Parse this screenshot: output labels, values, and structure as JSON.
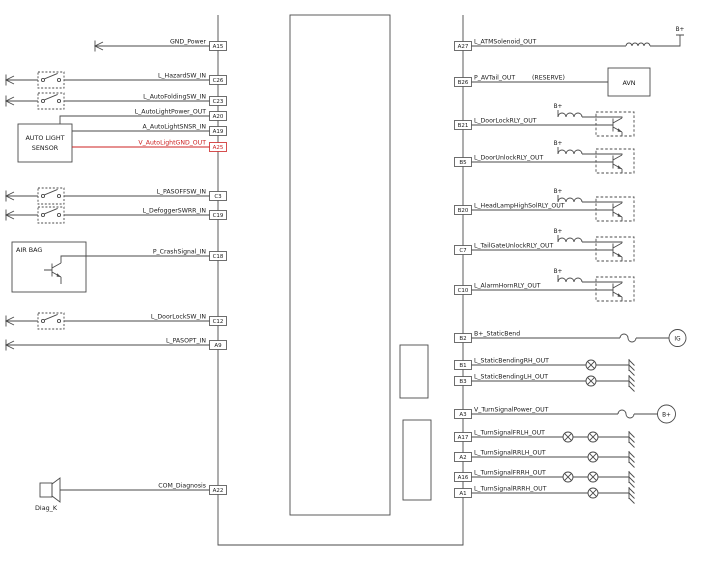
{
  "diagram": {
    "left_pins": [
      {
        "label": "GND_Power",
        "pin": "A15"
      },
      {
        "label": "L_HazardSW_IN",
        "pin": "C26"
      },
      {
        "label": "L_AutoFoldingSW_IN",
        "pin": "C23"
      },
      {
        "label": "L_AutoLightPower_OUT",
        "pin": "A20"
      },
      {
        "label": "A_AutoLightSNSR_IN",
        "pin": "A19"
      },
      {
        "label": "V_AutoLightGND_OUT",
        "pin": "A25"
      },
      {
        "label": "L_PASOFFSW_IN",
        "pin": "C3"
      },
      {
        "label": "L_DefoggerSWRR_IN",
        "pin": "C19"
      },
      {
        "label": "P_CrashSignal_IN",
        "pin": "C18"
      },
      {
        "label": "L_DoorLockSW_IN",
        "pin": "C12"
      },
      {
        "label": "L_PASOPT_IN",
        "pin": "A9"
      },
      {
        "label": "COM_Diagnosis",
        "pin": "A22"
      }
    ],
    "right_pins": [
      {
        "pin": "A27",
        "label": "L_ATMSolenoid_OUT"
      },
      {
        "pin": "B26",
        "label": "P_AVTail_OUT",
        "note": "(RESERVE)"
      },
      {
        "pin": "B21",
        "label": "L_DoorLockRLY_OUT"
      },
      {
        "pin": "B5",
        "label": "L_DoorUnlockRLY_OUT"
      },
      {
        "pin": "B20",
        "label": "L_HeadLampHighSolRLY_OUT"
      },
      {
        "pin": "C7",
        "label": "L_TailGateUnlockRLY_OUT"
      },
      {
        "pin": "C10",
        "label": "L_AlarmHornRLY_OUT"
      },
      {
        "pin": "B2",
        "label": "B+_StaticBend"
      },
      {
        "pin": "B1",
        "label": "L_StaticBendingRH_OUT"
      },
      {
        "pin": "B3",
        "label": "L_StaticBendingLH_OUT"
      },
      {
        "pin": "A3",
        "label": "V_TurnSignalPower_OUT"
      },
      {
        "pin": "A17",
        "label": "L_TurnSignalFRLH_OUT"
      },
      {
        "pin": "A2",
        "label": "L_TurnSignalRRLH_OUT"
      },
      {
        "pin": "A16",
        "label": "L_TurnSignalFRRH_OUT"
      },
      {
        "pin": "A1",
        "label": "L_TurnSignalRRRH_OUT"
      }
    ],
    "components": {
      "auto_light_sensor_line1": "AUTO LIGHT",
      "auto_light_sensor_line2": "SENSOR",
      "air_bag": "AIR BAG",
      "avn": "AVN",
      "diag_k": "Diag_K"
    },
    "labels": {
      "b_plus": "B+",
      "ig": "IG"
    },
    "colors": {
      "wire": "#4a4a4a",
      "highlight": "#cc2222",
      "text": "#1a1a1a"
    }
  }
}
